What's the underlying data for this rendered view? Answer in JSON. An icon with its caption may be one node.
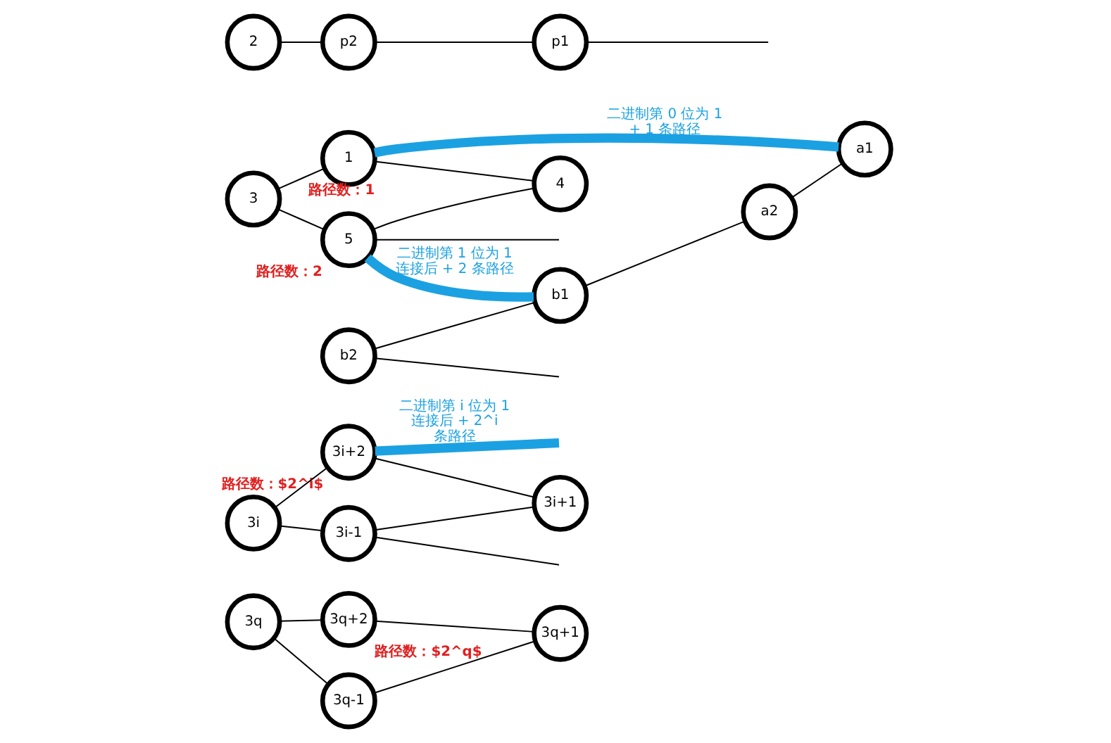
{
  "diagram": {
    "nodes": [
      {
        "text": [
          "3q"
        ]
      },
      {
        "text": [
          "3q+2"
        ],
        "beside": [
          "路径数：$2^q$"
        ]
      },
      {
        "text": [
          "3q-1"
        ]
      },
      {
        "text": [
          "3q+1"
        ]
      },
      {
        "text": [
          "3i"
        ]
      },
      {
        "text": [
          "3i+2"
        ],
        "beside": [
          "路径数：$2^i$"
        ]
      },
      {
        "text": [
          "3i-1"
        ]
      },
      {
        "text": [
          "3i+1"
        ]
      },
      {
        "text": [
          "3"
        ]
      },
      {
        "text": [
          "5"
        ],
        "beside": [
          "路径数：2"
        ]
      },
      {
        "text": [
          "1"
        ],
        "beside": [
          "路径数：1"
        ]
      },
      {
        "text": [
          "4"
        ]
      },
      {
        "text": [
          "2"
        ]
      },
      {
        "text": [
          "p2"
        ]
      },
      {
        "text": [
          "p1"
        ]
      },
      {
        "text": [
          "b2"
        ]
      },
      {
        "text": [
          "b1"
        ]
      },
      {
        "text": [
          "a2"
        ]
      },
      {
        "text": [
          "a1"
        ]
      }
    ],
    "edges": [
      {
        "from": 0,
        "to": 1,
        "arrow": "none"
      },
      {
        "from": 0,
        "to": 2,
        "arrow": "none"
      },
      {
        "from": 1,
        "to": 3,
        "arrow": "none"
      },
      {
        "from": 2,
        "to": 3,
        "arrow": "none"
      },
      {
        "from": 4,
        "to": 5,
        "arrow": "none"
      },
      {
        "from": 4,
        "to": 6,
        "arrow": "none"
      },
      {
        "from": 5,
        "to": 7,
        "arrow": "none"
      },
      {
        "from": 6,
        "to": 7,
        "arrow": "none"
      },
      {
        "from": 6,
        "to": null,
        "arrow": "none"
      },
      {
        "from": 8,
        "to": 9,
        "arrow": "none"
      },
      {
        "from": 8,
        "to": 10,
        "arrow": "none"
      },
      {
        "from": 9,
        "to": 11,
        "arrow": "none"
      },
      {
        "from": 10,
        "to": 11,
        "arrow": "none"
      },
      {
        "from": 9,
        "to": null,
        "arrow": "none"
      },
      {
        "from": 12,
        "to": 13,
        "arrow": "none"
      },
      {
        "from": 13,
        "to": 14,
        "arrow": "none"
      },
      {
        "from": 14,
        "to": null,
        "arrow": "none"
      },
      {
        "from": 15,
        "to": null,
        "arrow": "none"
      },
      {
        "from": 15,
        "to": 16,
        "arrow": "none"
      },
      {
        "from": 16,
        "to": 17,
        "arrow": "none"
      },
      {
        "from": 17,
        "to": 18,
        "arrow": "none"
      },
      {
        "from": 5,
        "to": null,
        "arrow": "none",
        "label": "二进制第 i 位为 1 连接后 + 2^i 条路径",
        "style": "thick",
        "color": "#1ba1e2"
      },
      {
        "from": 9,
        "to": 16,
        "arrow": "none",
        "label": "二进制第 1 位为 1 连接后 + 2 条路径",
        "style": "thick",
        "color": "#1ba1e2"
      },
      {
        "from": 10,
        "to": 18,
        "arrow": "none",
        "label": "二进制第 0 位为 1 + 1 条路径",
        "style": "thick",
        "color": "#1ba1e2"
      }
    ]
  }
}
